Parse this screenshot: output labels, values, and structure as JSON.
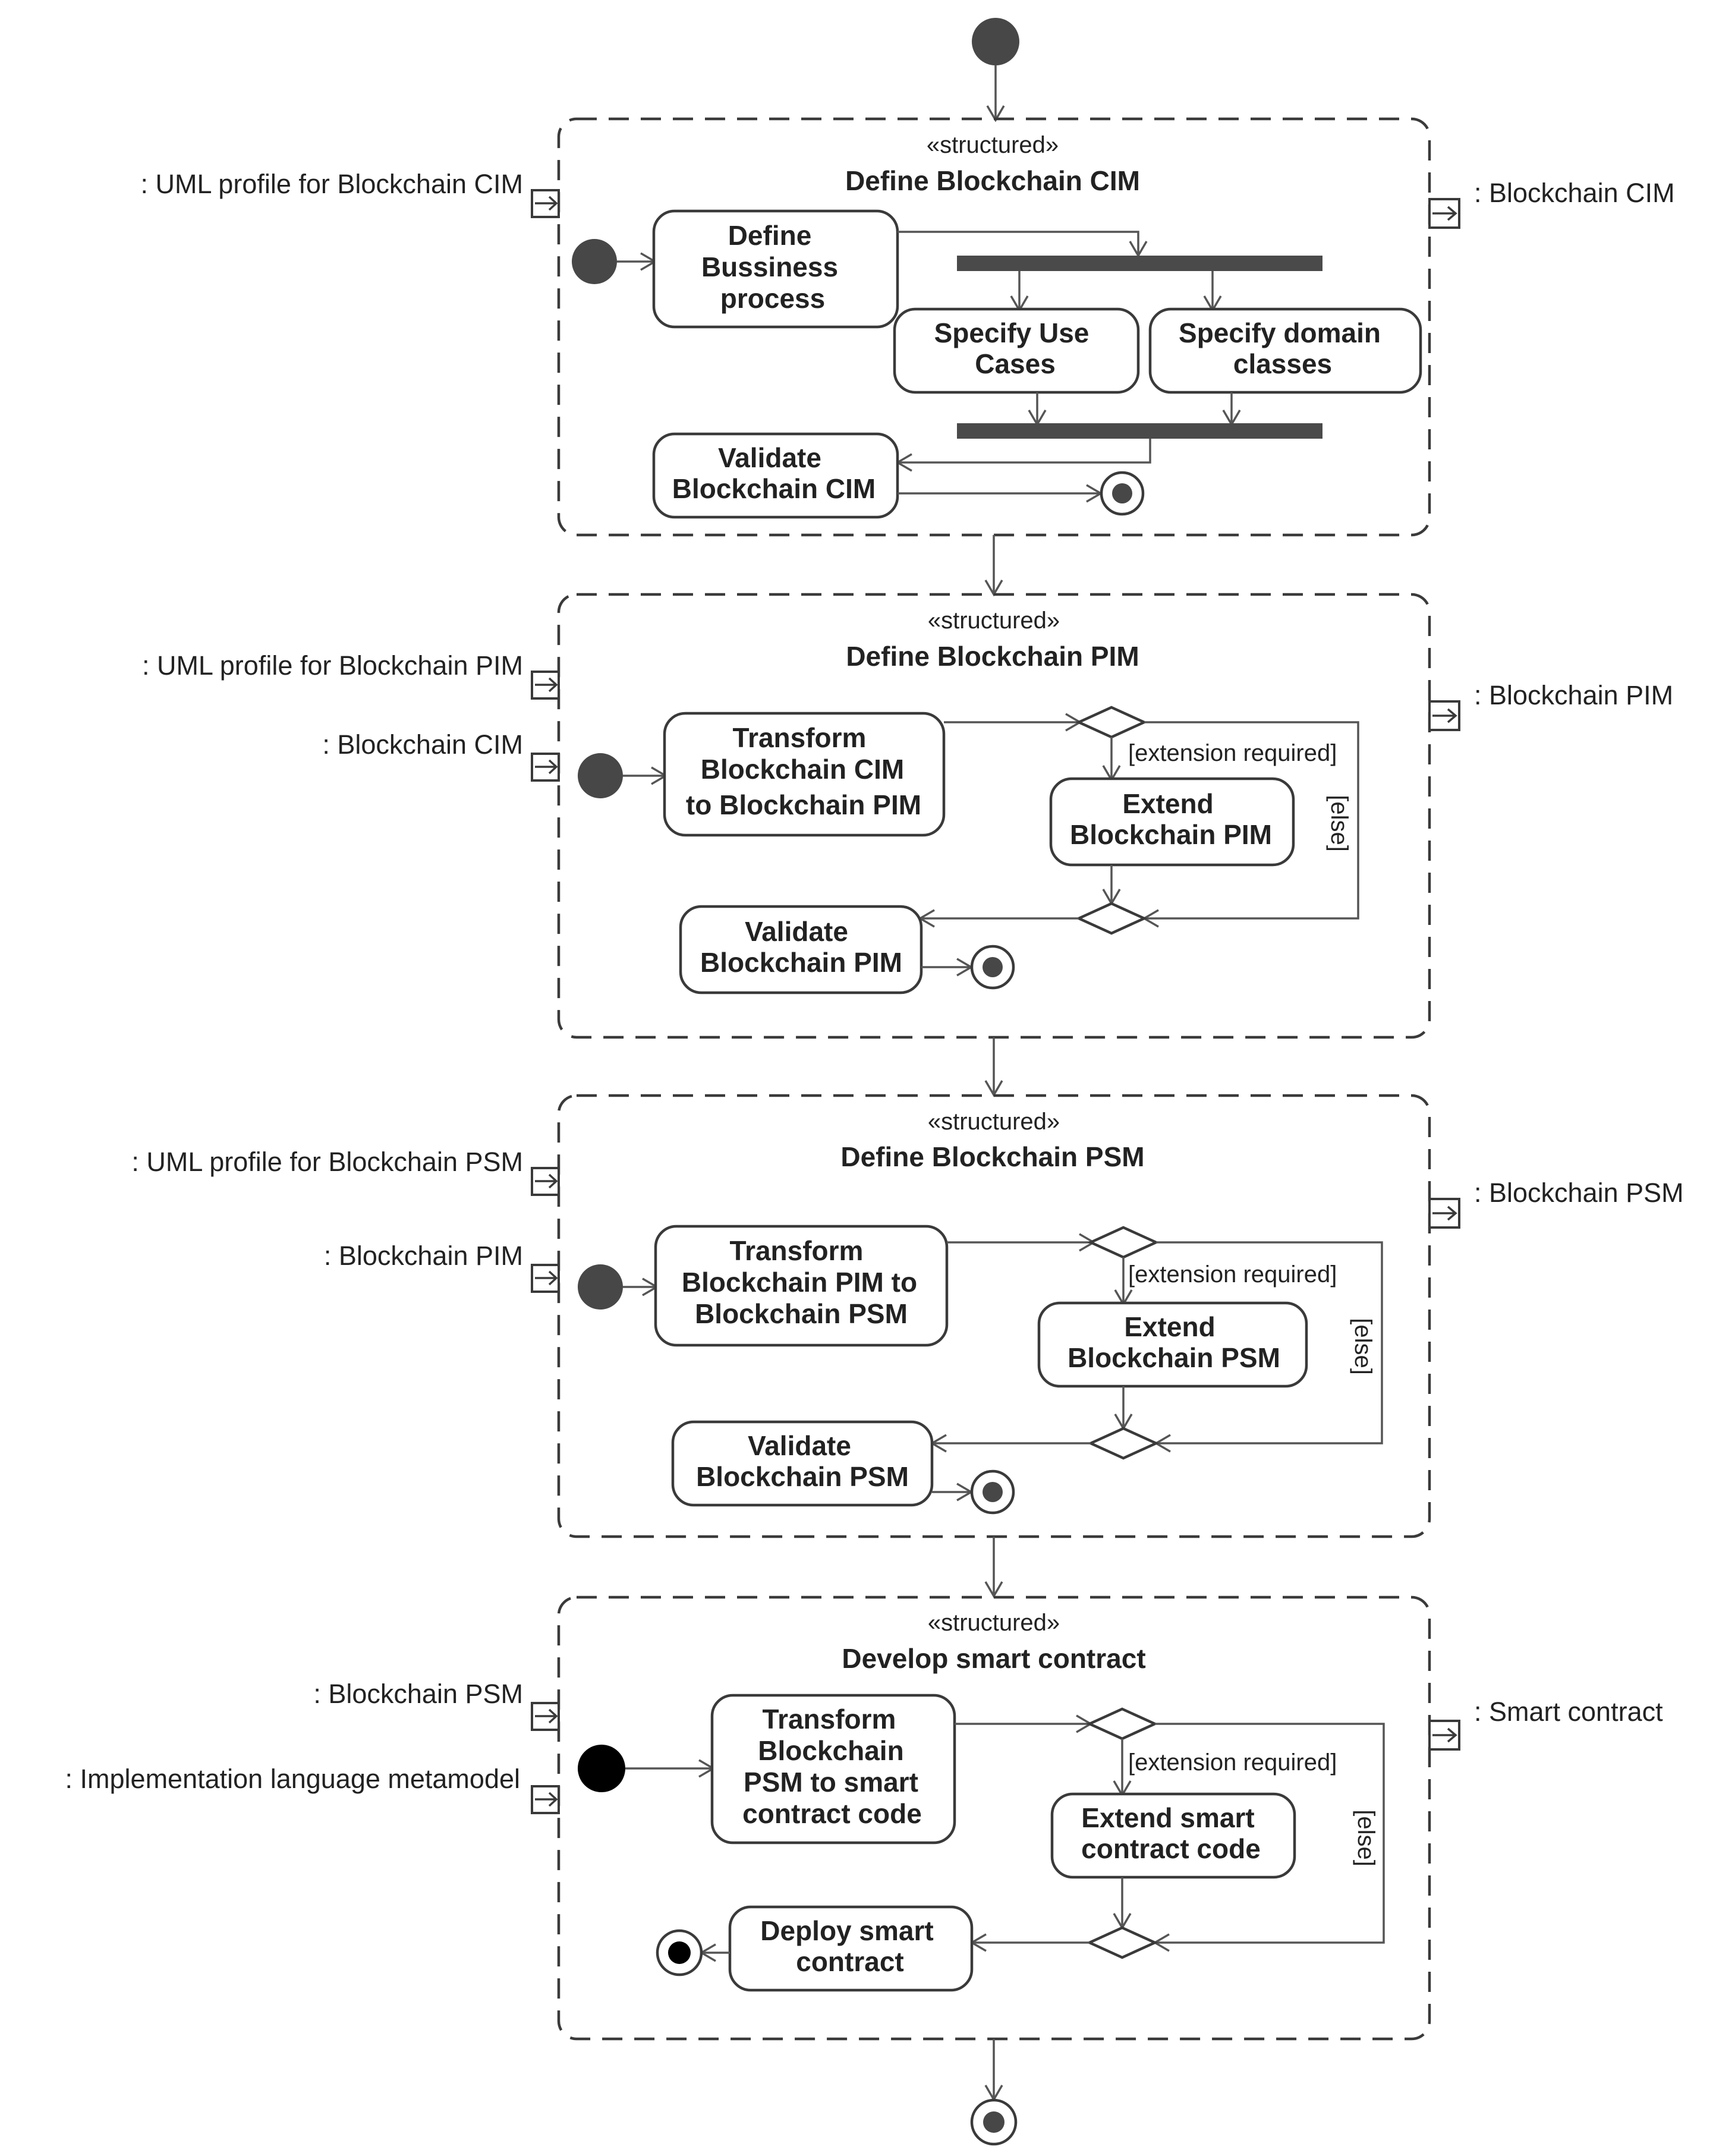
{
  "regions": [
    {
      "stereotype": "«structured»",
      "title": "Define Blockchain CIM",
      "input_pins": [
        ": UML profile for Blockchain CIM"
      ],
      "output_pin": ": Blockchain CIM",
      "actions": {
        "define_business_process": [
          "Define",
          "Bussiness",
          "process"
        ],
        "specify_use_cases": [
          "Specify Use",
          "Cases"
        ],
        "specify_domain_classes": [
          "Specify domain",
          "classes"
        ],
        "validate": [
          "Validate",
          "Blockchain CIM"
        ]
      }
    },
    {
      "stereotype": "«structured»",
      "title": "Define Blockchain PIM",
      "input_pins": [
        ": UML profile for Blockchain PIM",
        ": Blockchain CIM"
      ],
      "output_pin": ": Blockchain PIM",
      "guards": {
        "extension": "[extension required]",
        "else": "[else]"
      },
      "actions": {
        "transform": [
          "Transform",
          "Blockchain CIM",
          "to Blockchain PIM"
        ],
        "extend": [
          "Extend",
          "Blockchain PIM"
        ],
        "validate": [
          "Validate",
          "Blockchain PIM"
        ]
      }
    },
    {
      "stereotype": "«structured»",
      "title": "Define Blockchain PSM",
      "input_pins": [
        ": UML profile for Blockchain PSM",
        ": Blockchain PIM"
      ],
      "output_pin": ": Blockchain PSM",
      "guards": {
        "extension": "[extension required]",
        "else": "[else]"
      },
      "actions": {
        "transform": [
          "Transform",
          "Blockchain PIM to",
          "Blockchain PSM"
        ],
        "extend": [
          "Extend",
          "Blockchain PSM"
        ],
        "validate": [
          "Validate",
          "Blockchain PSM"
        ]
      }
    },
    {
      "stereotype": "«structured»",
      "title": "Develop smart contract",
      "input_pins": [
        ": Blockchain PSM",
        ": Implementation language metamodel"
      ],
      "output_pin": ": Smart contract",
      "guards": {
        "extension": "[extension required]",
        "else": "[else]"
      },
      "actions": {
        "transform": [
          "Transform",
          "Blockchain",
          "PSM to smart",
          "contract code"
        ],
        "extend": [
          "Extend smart",
          "contract code"
        ],
        "deploy": [
          "Deploy smart",
          "contract"
        ]
      }
    }
  ]
}
